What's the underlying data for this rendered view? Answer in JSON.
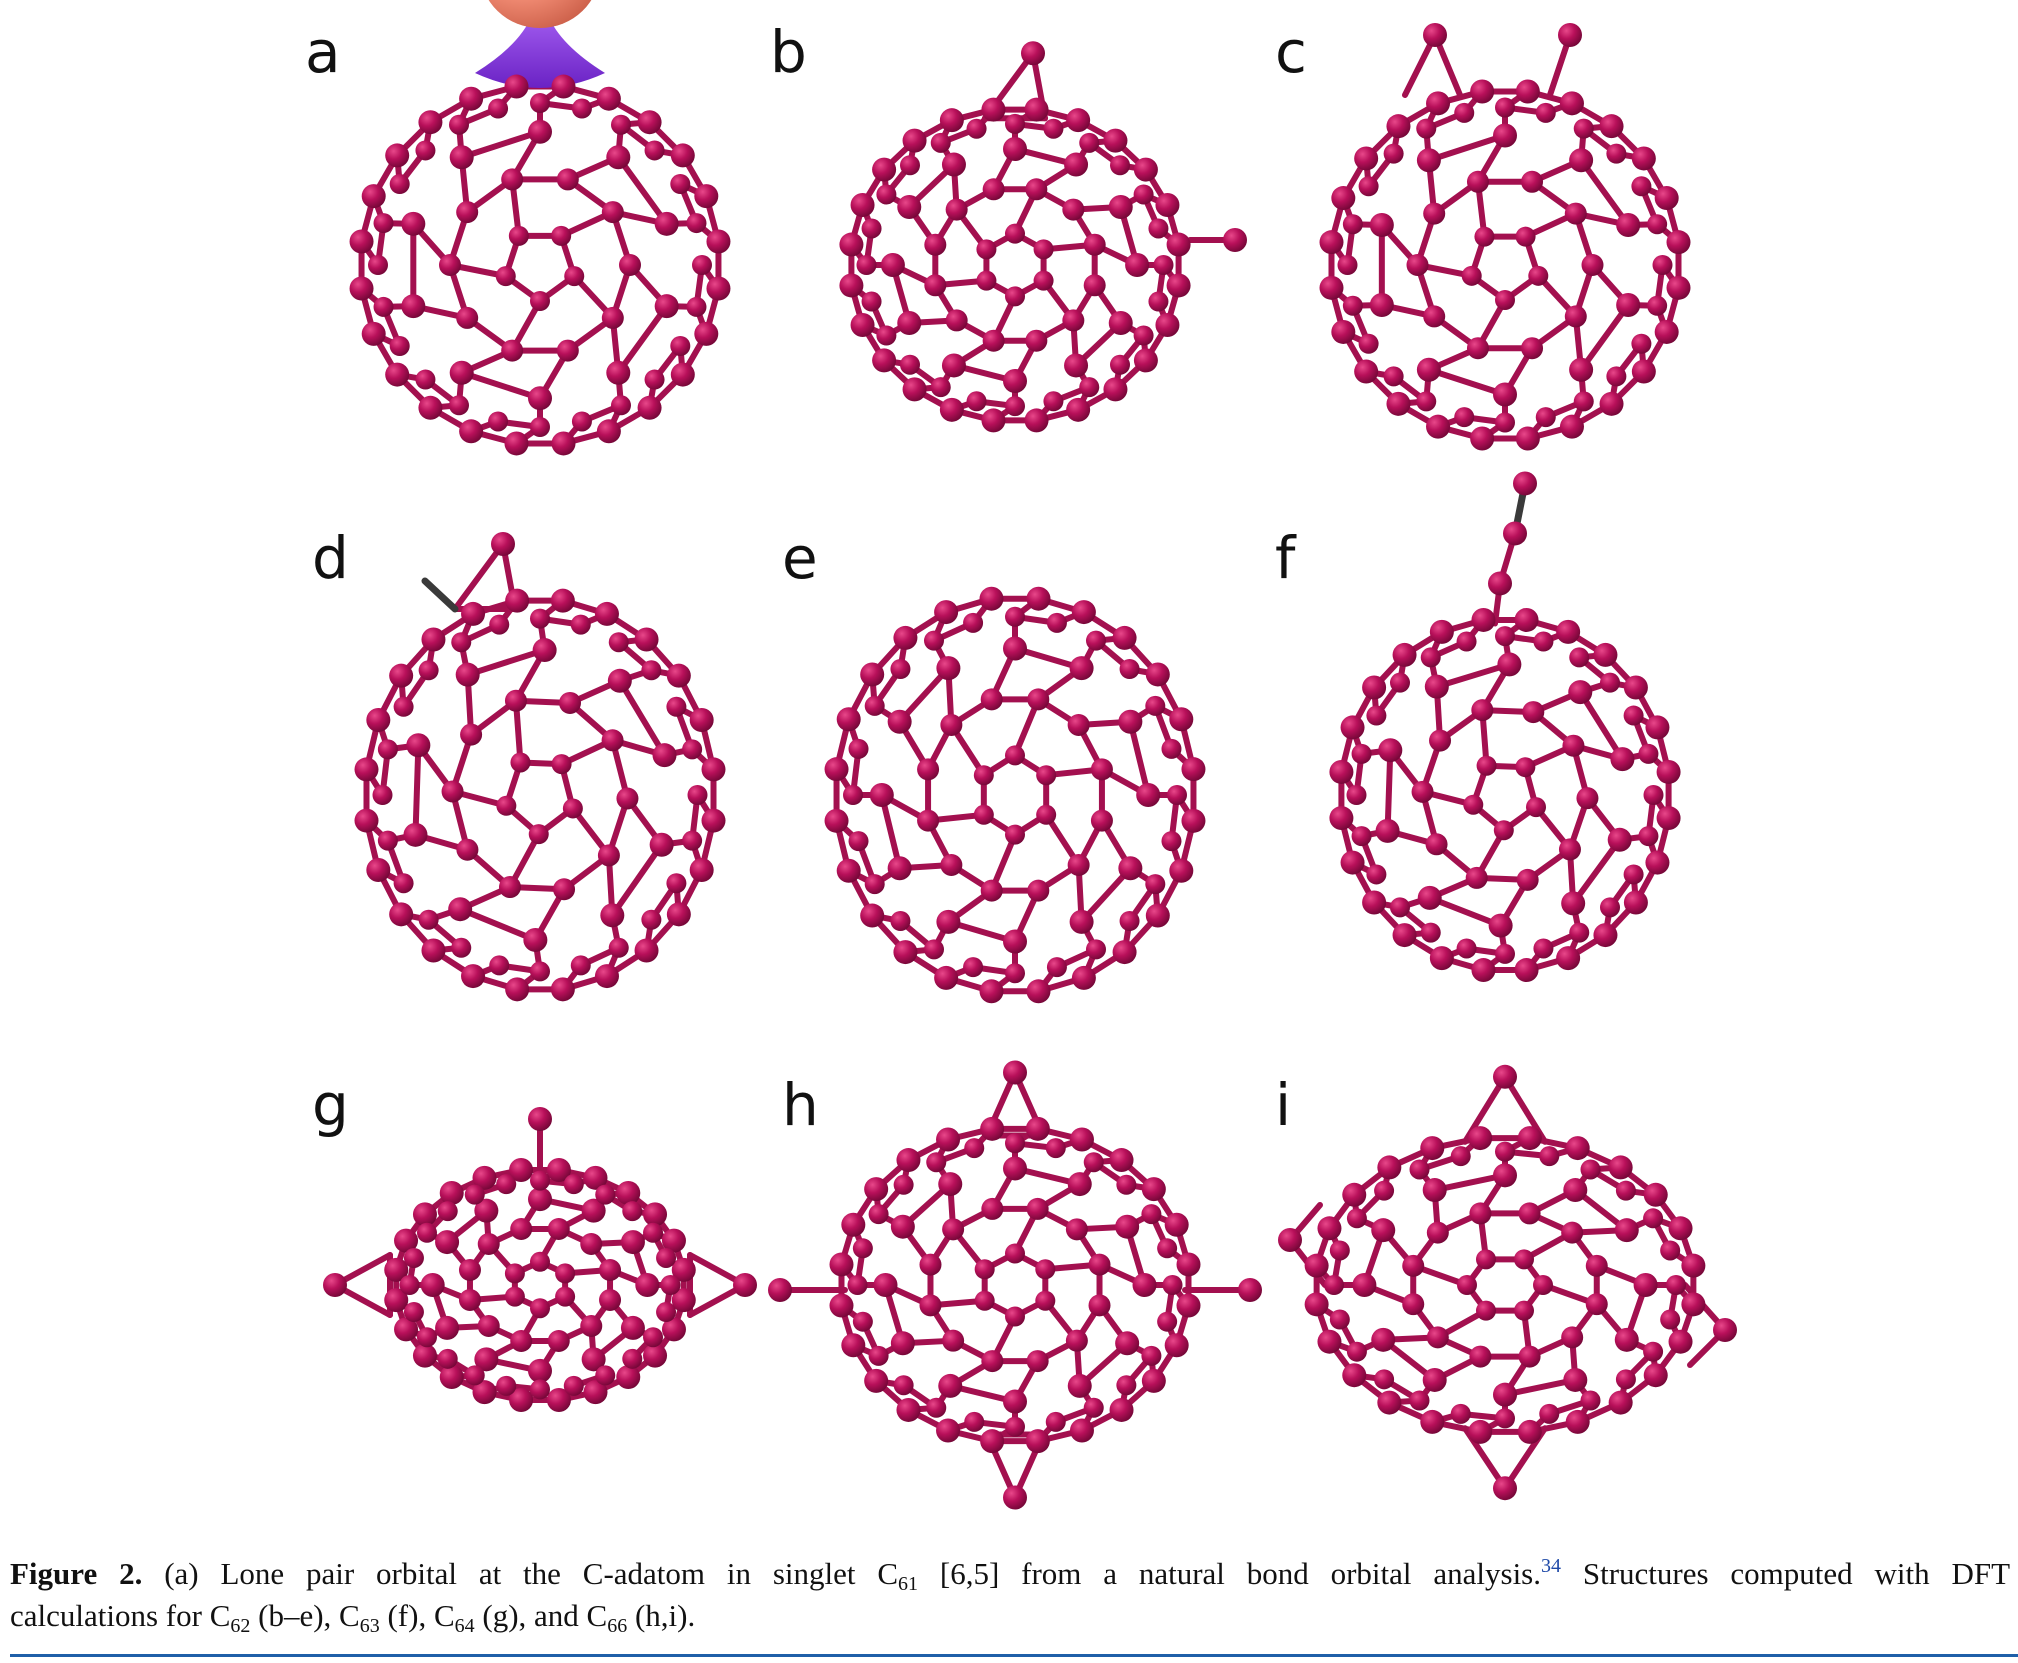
{
  "figure": {
    "panels": [
      {
        "label": "a",
        "ring": "pentagon-down",
        "adatom": "top-orbital"
      },
      {
        "label": "b",
        "ring": "hexagon-top",
        "adatom": "top-triangle-right-arm"
      },
      {
        "label": "c",
        "ring": "pentagon-down",
        "adatom": "top-two"
      },
      {
        "label": "d",
        "ring": "pentagon-side",
        "adatom": "top-triangle-dark"
      },
      {
        "label": "e",
        "ring": "hexagon-top",
        "adatom": "none"
      },
      {
        "label": "f",
        "ring": "pentagon-side",
        "adatom": "top-chain-dark"
      },
      {
        "label": "g",
        "ring": "hexagon-top",
        "adatom": "top-arm-side-triangles"
      },
      {
        "label": "h",
        "ring": "hexagon-top",
        "adatom": "top-bottom-triangles-side-arms"
      },
      {
        "label": "i",
        "ring": "diamond",
        "adatom": "diamond-corners"
      }
    ],
    "colors": {
      "atom": "#b8105a",
      "bond": "#a3104f",
      "orbital_lobe": "#f08a72",
      "orbital_base": "#8a3fe0",
      "dark_bond": "#3a3a3a"
    }
  },
  "caption": {
    "label": "Figure 2.",
    "t1": "(a) Lone pair orbital at the C-adatom in singlet C",
    "s1": "61",
    "t2": "[6,5] from a natural bond orbital analysis.",
    "ref": "34",
    "t3": "Structures computed with DFT",
    "t4": "calculations for C",
    "s2": "62",
    "t5": "(b–e), C",
    "s3": "63",
    "t6": "(f), C",
    "s4": "64",
    "t7": "(g), and C",
    "s5": "66",
    "t8": "(h,i)."
  }
}
